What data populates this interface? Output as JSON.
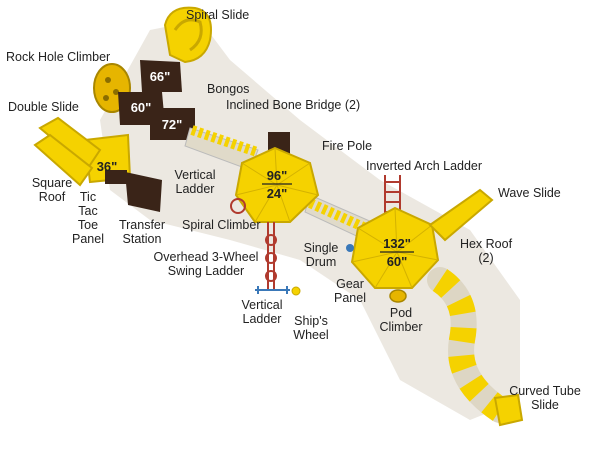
{
  "heights": {
    "h66": "66\"",
    "h60": "60\"",
    "h72": "72\"",
    "h36": "36\"",
    "h96": "96\"",
    "h24": "24\"",
    "h132": "132\"",
    "h60b": "60\""
  },
  "labels": {
    "spiral_slide": "Spiral Slide",
    "rock_hole_climber": "Rock Hole Climber",
    "bongos": "Bongos",
    "inclined_bone_bridge": "Inclined Bone Bridge (2)",
    "double_slide": "Double Slide",
    "fire_pole": "Fire Pole",
    "inverted_arch_ladder": "Inverted Arch Ladder",
    "square_roof_1": "Square",
    "square_roof_2": "Roof",
    "tic_1": "Tic",
    "tic_2": "Tac",
    "tic_3": "Toe",
    "tic_4": "Panel",
    "vertical_ladder_1a": "Vertical",
    "vertical_ladder_1b": "Ladder",
    "wave_slide": "Wave Slide",
    "transfer_1": "Transfer",
    "transfer_2": "Station",
    "spiral_climber": "Spiral Climber",
    "single_drum_1": "Single",
    "single_drum_2": "Drum",
    "hex_roof_1": "Hex Roof",
    "hex_roof_2": "(2)",
    "overhead_1": "Overhead 3-Wheel",
    "overhead_2": "Swing Ladder",
    "gear_1": "Gear",
    "gear_2": "Panel",
    "vertical_ladder_2a": "Vertical",
    "vertical_ladder_2b": "Ladder",
    "ships_wheel_1": "Ship's",
    "ships_wheel_2": "Wheel",
    "pod_1": "Pod",
    "pod_2": "Climber",
    "curved_tube_1": "Curved Tube",
    "curved_tube_2": "Slide"
  },
  "colors": {
    "yellow": "#f5d200",
    "yellow_dark": "#c9a800",
    "brown": "#3a2418",
    "shadow": "#e9e5de",
    "red": "#b03a2e",
    "beige": "#ddd6c4"
  }
}
